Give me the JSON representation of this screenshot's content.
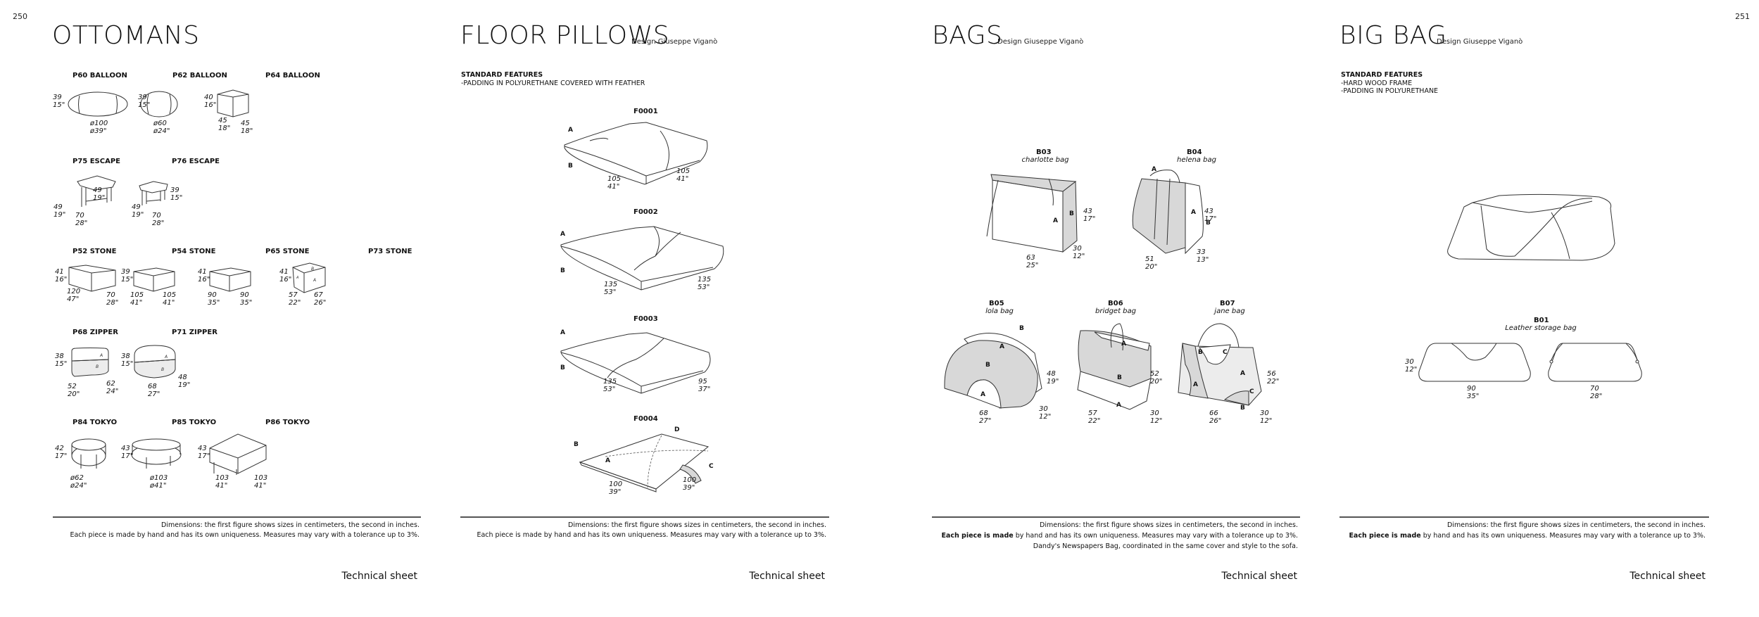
{
  "pages": {
    "left_number": "250",
    "right_number": "251"
  },
  "ottomans": {
    "title": "OTTOMANS",
    "items": [
      {
        "code": "P60 BALLOON",
        "dims": [
          "39",
          "15\"",
          "ø100",
          "ø39\""
        ]
      },
      {
        "code": "P62 BALLOON",
        "dims": [
          "39",
          "15\"",
          "ø60",
          "ø24\""
        ]
      },
      {
        "code": "P64 BALLOON",
        "dims": [
          "40",
          "16\"",
          "45",
          "18\"",
          "45",
          "18\""
        ]
      },
      {
        "code": "P75 ESCAPE",
        "dims": [
          "49",
          "19\"",
          "49",
          "19\"",
          "70",
          "28\""
        ]
      },
      {
        "code": "P76 ESCAPE",
        "dims": [
          "39",
          "15\"",
          "49",
          "19\"",
          "70",
          "28\""
        ]
      },
      {
        "code": "P52 STONE",
        "dims": [
          "41",
          "16\"",
          "120",
          "47\"",
          "70",
          "28\""
        ]
      },
      {
        "code": "P54 STONE",
        "dims": [
          "39",
          "15\"",
          "105",
          "41\"",
          "105",
          "41\""
        ]
      },
      {
        "code": "P65 STONE",
        "dims": [
          "41",
          "16\"",
          "90",
          "35\"",
          "90",
          "35\""
        ]
      },
      {
        "code": "P73 STONE",
        "dims": [
          "41",
          "16\"",
          "57",
          "22\"",
          "67",
          "26\""
        ],
        "labels": [
          "A",
          "B",
          "A"
        ]
      },
      {
        "code": "P68 ZIPPER",
        "dims": [
          "38",
          "15\"",
          "52",
          "20\"",
          "62",
          "24\""
        ],
        "labels": [
          "A",
          "B"
        ]
      },
      {
        "code": "P71 ZIPPER",
        "dims": [
          "38",
          "15\"",
          "68",
          "27\"",
          "48",
          "19\""
        ],
        "labels": [
          "A",
          "B"
        ]
      },
      {
        "code": "P84 TOKYO",
        "dims": [
          "42",
          "17\"",
          "ø62",
          "ø24\""
        ]
      },
      {
        "code": "P85 TOKYO",
        "dims": [
          "43",
          "17\"",
          "ø103",
          "ø41\""
        ]
      },
      {
        "code": "P86 TOKYO",
        "dims": [
          "43",
          "17\"",
          "103",
          "41\"",
          "103",
          "41\""
        ]
      }
    ]
  },
  "floor_pillows": {
    "title": "FLOOR PILLOWS",
    "designer": "Design Giuseppe Viganò",
    "features_heading": "STANDARD FEATURES",
    "features": [
      "-PADDING IN POLYURETHANE COVERED WITH FEATHER"
    ],
    "items": [
      {
        "code": "F0001",
        "labels": [
          "A",
          "B"
        ],
        "dims": [
          "105",
          "41\"",
          "105",
          "41\""
        ]
      },
      {
        "code": "F0002",
        "labels": [
          "A",
          "B"
        ],
        "dims": [
          "135",
          "53\"",
          "135",
          "53\""
        ]
      },
      {
        "code": "F0003",
        "labels": [
          "A",
          "B"
        ],
        "dims": [
          "135",
          "53\"",
          "95",
          "37\""
        ]
      },
      {
        "code": "F0004",
        "labels": [
          "A",
          "B",
          "C",
          "D"
        ],
        "dims": [
          "100",
          "39\"",
          "100",
          "39\""
        ]
      }
    ]
  },
  "bags": {
    "title": "BAGS",
    "designer": "Design Giuseppe Viganò",
    "items": [
      {
        "code": "B03",
        "name": "charlotte bag",
        "labels": [
          "A",
          "B"
        ],
        "dims": [
          "43",
          "17\"",
          "30",
          "12\"",
          "63",
          "25\""
        ]
      },
      {
        "code": "B04",
        "name": "helena bag",
        "labels": [
          "A",
          "B",
          "A"
        ],
        "dims": [
          "43",
          "17\"",
          "51",
          "20\"",
          "33",
          "13\""
        ]
      },
      {
        "code": "B05",
        "name": "lola bag",
        "labels": [
          "B",
          "A",
          "B",
          "A"
        ],
        "dims": [
          "48",
          "19\"",
          "68",
          "27\"",
          "30",
          "12\""
        ]
      },
      {
        "code": "B06",
        "name": "bridget bag",
        "labels": [
          "A",
          "B",
          "A"
        ],
        "dims": [
          "52",
          "20\"",
          "57",
          "22\"",
          "30",
          "12\""
        ]
      },
      {
        "code": "B07",
        "name": "jane bag",
        "labels": [
          "B",
          "C",
          "A",
          "A",
          "C",
          "B"
        ],
        "dims": [
          "56",
          "22\"",
          "66",
          "26\"",
          "30",
          "12\""
        ]
      }
    ]
  },
  "big_bag": {
    "title": "BIG BAG",
    "designer": "Design Giuseppe Viganò",
    "features_heading": "STANDARD FEATURES",
    "features": [
      "-HARD WOOD FRAME",
      "-PADDING IN POLYURETHANE"
    ],
    "items": [
      {
        "code": "B01",
        "name": "Leather storage bag",
        "dims": [
          "30",
          "12\"",
          "90",
          "35\"",
          "70",
          "28\""
        ]
      }
    ]
  },
  "footer": {
    "dimensions_note": "Dimensions: the first figure shows sizes in centimeters, the second in inches.",
    "handmade_bold": "Each piece is made",
    "handmade_rest": " by hand and has its own uniqueness. Measures may vary with a tolerance up to 3%.",
    "handmade_full": "Each piece is made by hand and has its own uniqueness. Measures may vary with a tolerance up to 3%.",
    "bags_note": "Dandy's Newspapers Bag, coordinated in the same cover and style to the sofa.",
    "technical_sheet": "Technical sheet"
  }
}
